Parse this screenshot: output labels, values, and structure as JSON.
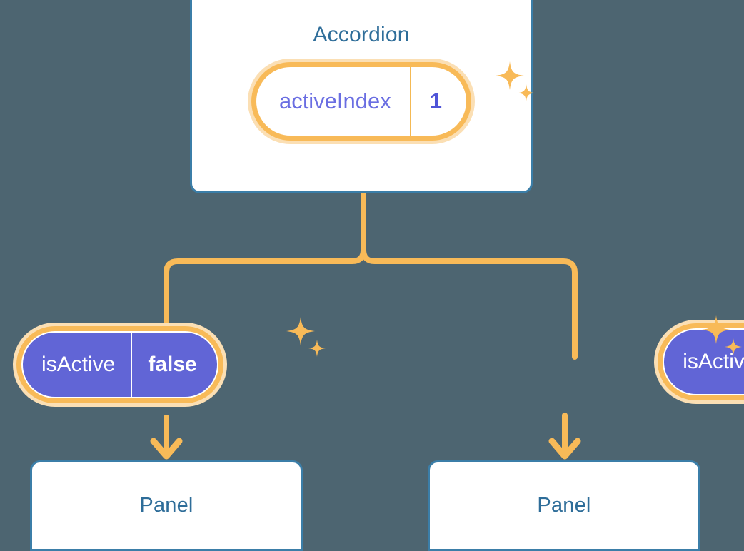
{
  "diagram": {
    "type": "component-tree",
    "title_node": "Accordion",
    "background_color": "#4d6571",
    "accent_amber": "#f8ba58",
    "accent_peach": "#fbdfb4",
    "accent_purple": "#6165d6",
    "accent_blue": "#3b7ea8",
    "text_blue": "#2e6d99",
    "text_periwinkle": "#6a6ee2"
  },
  "accordion": {
    "title": "Accordion",
    "state_badge": {
      "key": "activeIndex",
      "value": "1",
      "style": "white"
    },
    "sparkle_icon": "sparkles-icon"
  },
  "children": [
    {
      "badge": {
        "key": "isActive",
        "value": "false",
        "style": "purple"
      },
      "panel": {
        "title": "Panel"
      },
      "sparkle_icon": "sparkles-icon",
      "arrow_icon": "arrow-down-icon"
    },
    {
      "badge": {
        "key": "isActive",
        "value": "true",
        "style": "purple"
      },
      "panel": {
        "title": "Panel"
      },
      "sparkle_icon": "sparkles-icon",
      "arrow_icon": "arrow-down-icon"
    }
  ]
}
